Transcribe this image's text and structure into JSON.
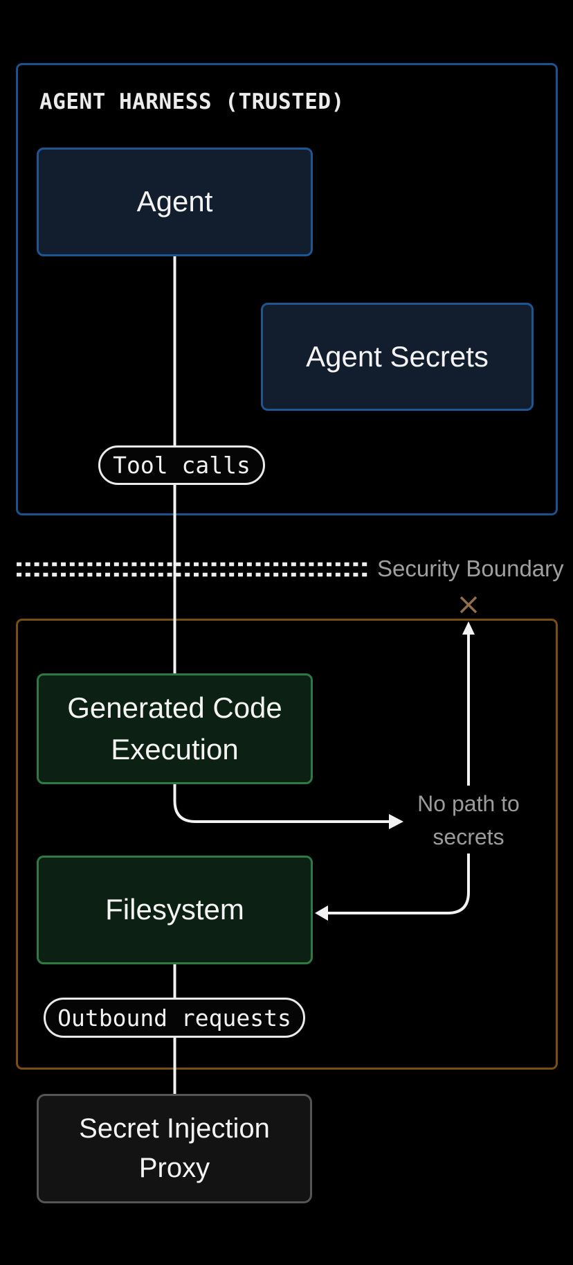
{
  "trusted_zone": {
    "title": "AGENT HARNESS (TRUSTED)",
    "agent_label": "Agent",
    "agent_secrets_label": "Agent Secrets",
    "tool_calls_label": "Tool calls"
  },
  "boundary": {
    "label": "Security Boundary"
  },
  "sandbox_zone": {
    "generated_code_label": "Generated Code Execution",
    "filesystem_label": "Filesystem",
    "outbound_requests_label": "Outbound requests",
    "no_path_label": "No path to secrets"
  },
  "proxy": {
    "label": "Secret Injection Proxy"
  },
  "icons": {
    "blocked_x": "x-blocked-mark",
    "arrow_up": "arrowhead-up",
    "arrow_right": "arrowhead-right",
    "arrow_left": "arrowhead-left"
  },
  "colors": {
    "bg": "#000000",
    "blue-zone": "#1b5290",
    "blue-border": "#1e5593",
    "blue-fill": "#121d2d",
    "green-border": "#2d7a42",
    "green-fill": "#0c2013",
    "orange-zone": "#784f10",
    "x-mark": "#8f6f4e",
    "gray-border": "#555555",
    "gray-fill": "#131313",
    "pill-border": "#eaeaea",
    "line": "#f2f2f2",
    "dash": "#ededed",
    "muted-text": "#a0a0a0",
    "muted-text2": "#9b9b9b"
  }
}
